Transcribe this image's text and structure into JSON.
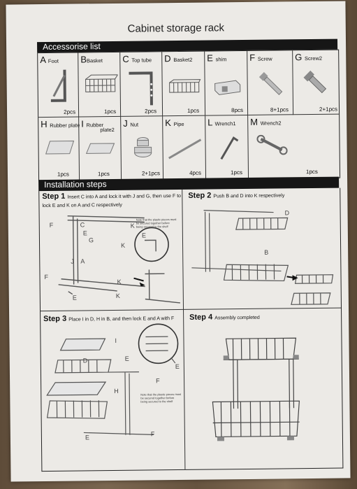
{
  "title": "Cabinet storage rack",
  "accessories_header": "Accessorise list",
  "installation_header": "Installation steps",
  "parts": [
    {
      "letter": "A",
      "name": "Foot",
      "qty": "2pcs",
      "icon": "foot-bracket-icon"
    },
    {
      "letter": "B",
      "name": "Basket",
      "qty": "1pcs",
      "icon": "wire-basket-icon"
    },
    {
      "letter": "C",
      "name": "Top tube",
      "qty": "2pcs",
      "icon": "top-tube-icon"
    },
    {
      "letter": "D",
      "name": "Basket2",
      "qty": "1pcs",
      "icon": "small-basket-icon"
    },
    {
      "letter": "E",
      "name": "shim",
      "qty": "8pcs",
      "icon": "shim-icon"
    },
    {
      "letter": "F",
      "name": "Screw",
      "qty": "8+1pcs",
      "icon": "screw-icon"
    },
    {
      "letter": "G",
      "name": "Screw2",
      "qty": "2+1pcs",
      "icon": "screw2-icon"
    },
    {
      "letter": "H",
      "name": "Rubber plate",
      "qty": "1pcs",
      "icon": "rubber-plate-icon"
    },
    {
      "letter": "I",
      "name": "Rubber",
      "name2": "plate2",
      "qty": "1pcs",
      "icon": "rubber-plate2-icon"
    },
    {
      "letter": "J",
      "name": "Nut",
      "qty": "2+1pcs",
      "icon": "nut-icon"
    },
    {
      "letter": "K",
      "name": "Pipe",
      "qty": "4pcs",
      "icon": "pipe-icon"
    },
    {
      "letter": "L",
      "name": "Wrench1",
      "qty": "1pcs",
      "icon": "allen-wrench-icon"
    },
    {
      "letter": "M",
      "name": "Wrench2",
      "qty": "1pcs",
      "icon": "open-wrench-icon"
    }
  ],
  "steps": [
    {
      "num": "Step 1",
      "text": "Insert C into A and lock it with J and G, then use F to lock E and K on A and C respectively",
      "note": "Note that the plastic pieces must be secured together before being secured to the shelf"
    },
    {
      "num": "Step 2",
      "text": "Push B and D into K respectively"
    },
    {
      "num": "Step 3",
      "text": "Place I in D, H in B, and then lock E and A with F",
      "note": "Note that the plastic pieces must be secured together before being secured to the shelf"
    },
    {
      "num": "Step 4",
      "text": "Assembly completed"
    }
  ],
  "diagram_labels": {
    "step1": [
      "F",
      "C",
      "E",
      "G",
      "J",
      "A",
      "F",
      "E",
      "K",
      "K",
      "K",
      "K",
      "E"
    ],
    "step2": [
      "D",
      "B"
    ],
    "step3": [
      "I",
      "D",
      "E",
      "H",
      "F",
      "E",
      "F",
      "E"
    ]
  }
}
